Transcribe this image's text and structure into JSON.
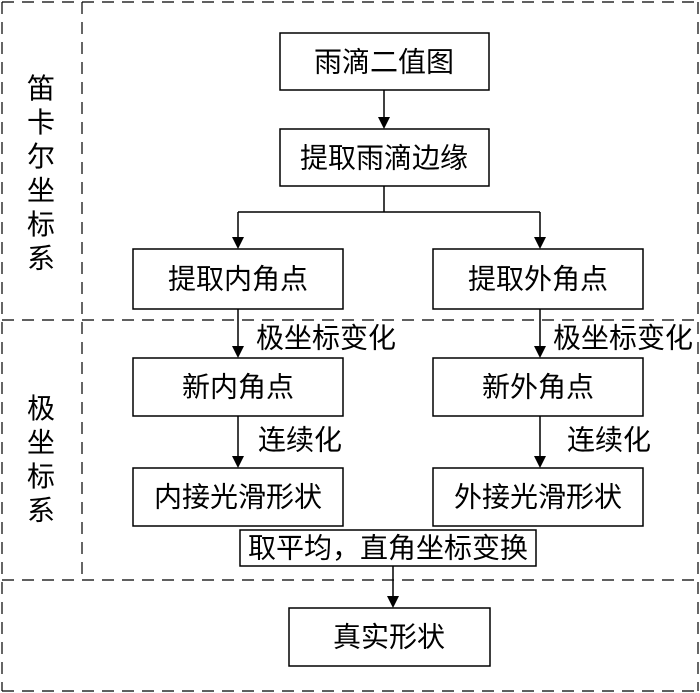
{
  "regions": {
    "cartesian_label": [
      "笛",
      "卡",
      "尔",
      "坐",
      "标",
      "系"
    ],
    "polar_label": [
      "极",
      "坐",
      "标",
      "系"
    ]
  },
  "nodes": {
    "binary_image": "雨滴二值图",
    "extract_edge": "提取雨滴边缘",
    "extract_inner": "提取内角点",
    "extract_outer": "提取外角点",
    "new_inner": "新内角点",
    "new_outer": "新外角点",
    "inner_smooth": "内接光滑形状",
    "outer_smooth": "外接光滑形状",
    "true_shape": "真实形状"
  },
  "edges": {
    "polar_transform_left": "极坐标变化",
    "polar_transform_right": "极坐标变化",
    "continuous_left": "连续化",
    "continuous_right": "连续化",
    "average_transform": "取平均，直角坐标变换"
  }
}
